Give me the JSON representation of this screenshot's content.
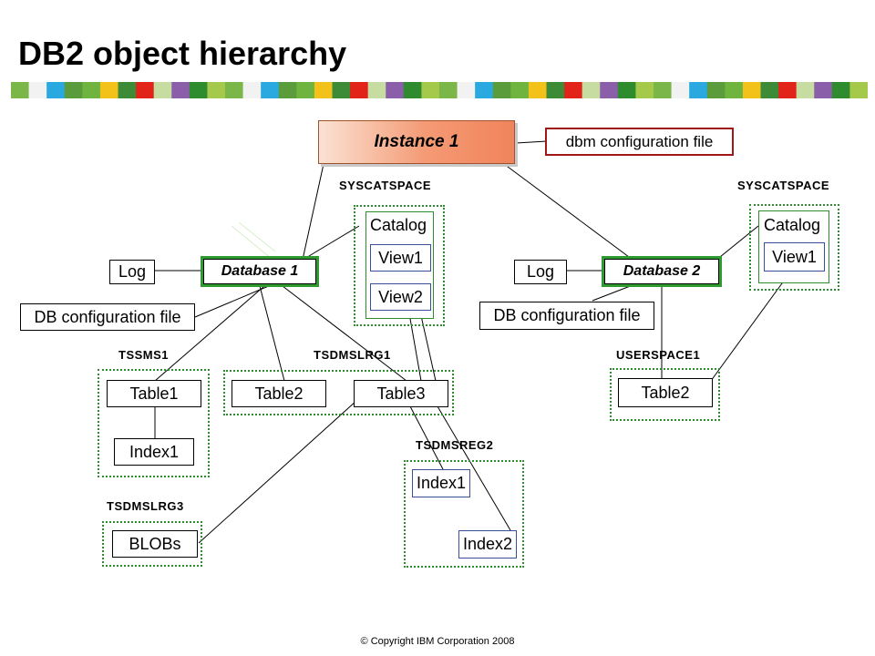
{
  "title": "DB2 object hierarchy",
  "colors": {
    "band": [
      "#7ab648",
      "#f2c21b",
      "#e2231a",
      "#8a5ea8",
      "#29a9e0",
      "#6fb43f",
      "#3d8b37",
      "#a5c94b",
      "#f2f2f2",
      "#5a9c3c",
      "#c7dca0",
      "#2e8b2e"
    ],
    "region_border": "#2e8b2e",
    "instance_fill": "#f49a74",
    "dbm_border": "#a01818"
  },
  "instance": {
    "label": "Instance 1",
    "config": "dbm configuration file"
  },
  "database1": {
    "label": "Database  1",
    "log": "Log",
    "db_config": "DB configuration file",
    "syscat_label": "SYSCATSPACE",
    "catalog": "Catalog",
    "view1": "View1",
    "view2": "View2",
    "tssms1_label": "TSSMS1",
    "table1": "Table1",
    "index1_a": "Index1",
    "tsdmslrg1_label": "TSDMSLRG1",
    "table2": "Table2",
    "table3": "Table3",
    "tsdmsreg2_label": "TSDMSREG2",
    "index1_b": "Index1",
    "index2": "Index2",
    "tsdmslrg3_label": "TSDMSLRG3",
    "blobs": "BLOBs"
  },
  "database2": {
    "label": "Database  2",
    "log": "Log",
    "db_config": "DB configuration file",
    "syscat_label": "SYSCATSPACE",
    "catalog": "Catalog",
    "view1": "View1",
    "userspace1_label": "USERSPACE1",
    "table2": "Table2"
  },
  "copyright": "© Copyright IBM Corporation 2008"
}
